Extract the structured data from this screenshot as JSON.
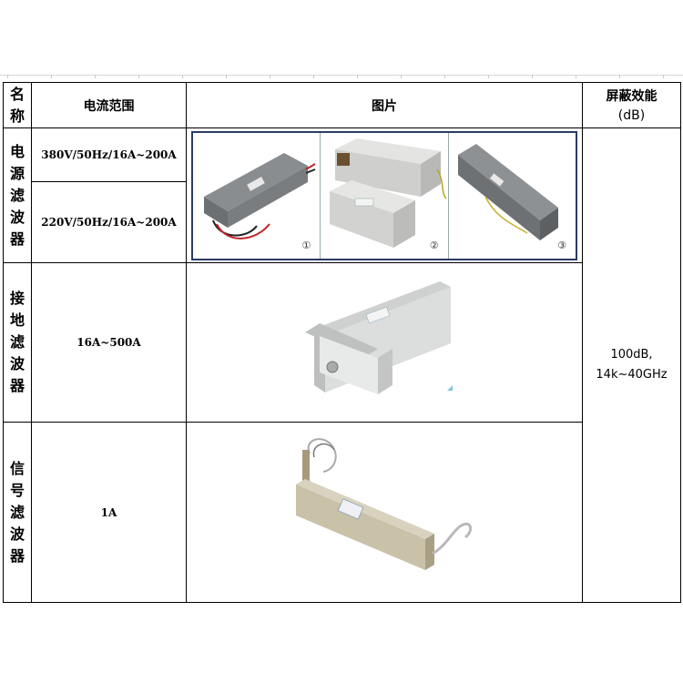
{
  "header": {
    "name": [
      "名",
      "称"
    ],
    "current_range": "电流范围",
    "picture": "图片",
    "shielding": "屏蔽效能",
    "shielding_unit": "(dB)"
  },
  "rows": {
    "power": {
      "name": [
        "电",
        "源",
        "滤",
        "波",
        "器"
      ],
      "ranges": [
        "380V/50Hz/16A~200A",
        "220V/50Hz/16A~200A"
      ],
      "photo_markers": [
        "①",
        "②",
        "③"
      ]
    },
    "ground": {
      "name": [
        "接",
        "地",
        "滤",
        "波",
        "器"
      ],
      "range": "16A~500A"
    },
    "signal": {
      "name": [
        "信",
        "号",
        "滤",
        "波",
        "器"
      ],
      "range": "1A"
    }
  },
  "shielding_value": [
    "100dB,",
    "14k~40GHz"
  ]
}
